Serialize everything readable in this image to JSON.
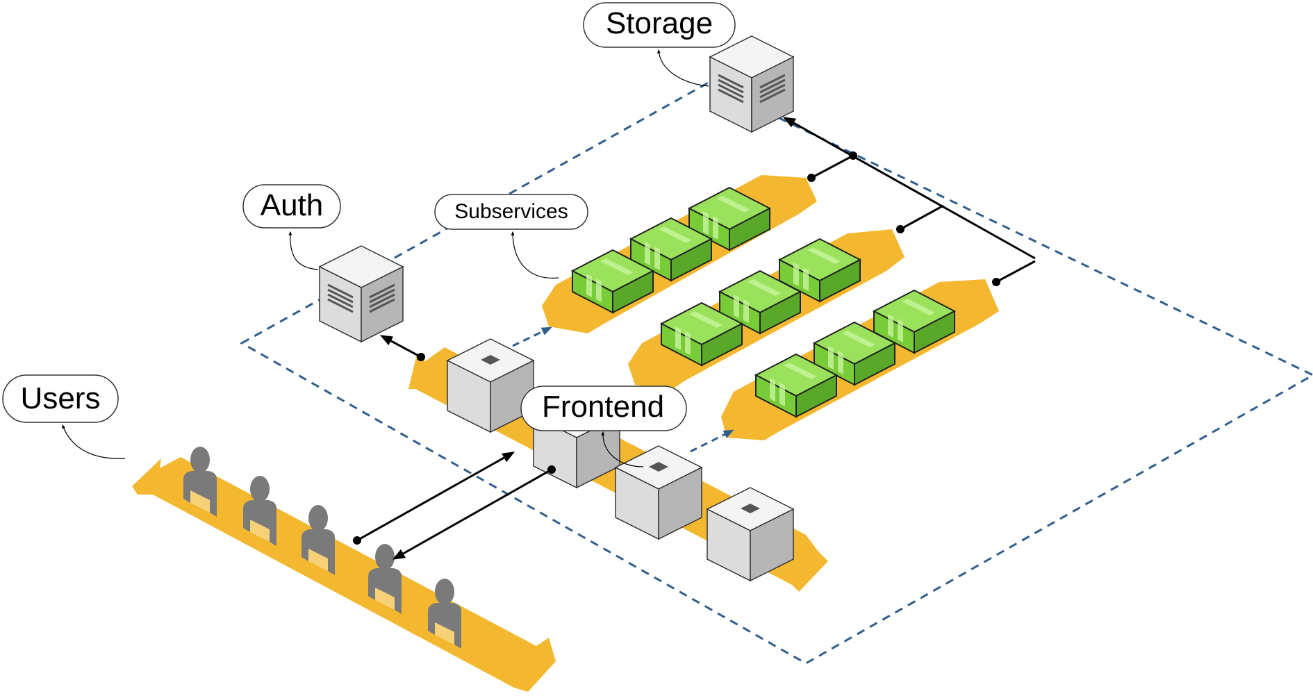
{
  "labels": {
    "storage": "Storage",
    "auth": "Auth",
    "subservices": "Subservices",
    "users": "Users",
    "frontend": "Frontend"
  },
  "colors": {
    "band": "#f3b830",
    "boundary": "#2f5d8c",
    "server_top": "#f4f4f4",
    "server_left": "#dcdcdc",
    "server_right": "#b6b6b6",
    "module_top": "#9ae25c",
    "module_left": "#78cc38",
    "module_right": "#5aa82a",
    "person": "#7a7a7a"
  }
}
